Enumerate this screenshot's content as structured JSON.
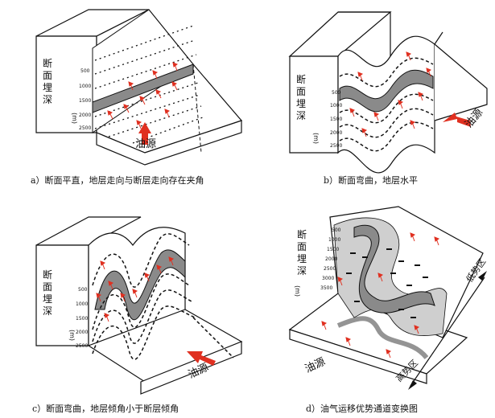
{
  "depth_axis_label": "断面埋深",
  "unit_label": "(m)",
  "depth_ticks": [
    "500",
    "1000",
    "1500",
    "2000",
    "2500"
  ],
  "depth_ticks_d": [
    "500",
    "1000",
    "1500",
    "2000",
    "2500",
    "3000",
    "3500"
  ],
  "oil_source_label": "油源",
  "high_potential_label": "高势区",
  "low_potential_label": "低势区",
  "captions": {
    "a": "a）断面平直，地层走向与断层走向存在夹角",
    "b": "b）断面弯曲，地层水平",
    "c": "c）断面弯曲，地层倾角小于断层倾角",
    "d": "d）油气运移优势通道变换图"
  },
  "colors": {
    "migration_arrow": "#e03020",
    "channel_band": "#8a8a8a",
    "channel_light": "#cfcfcf",
    "outline": "#111111"
  }
}
